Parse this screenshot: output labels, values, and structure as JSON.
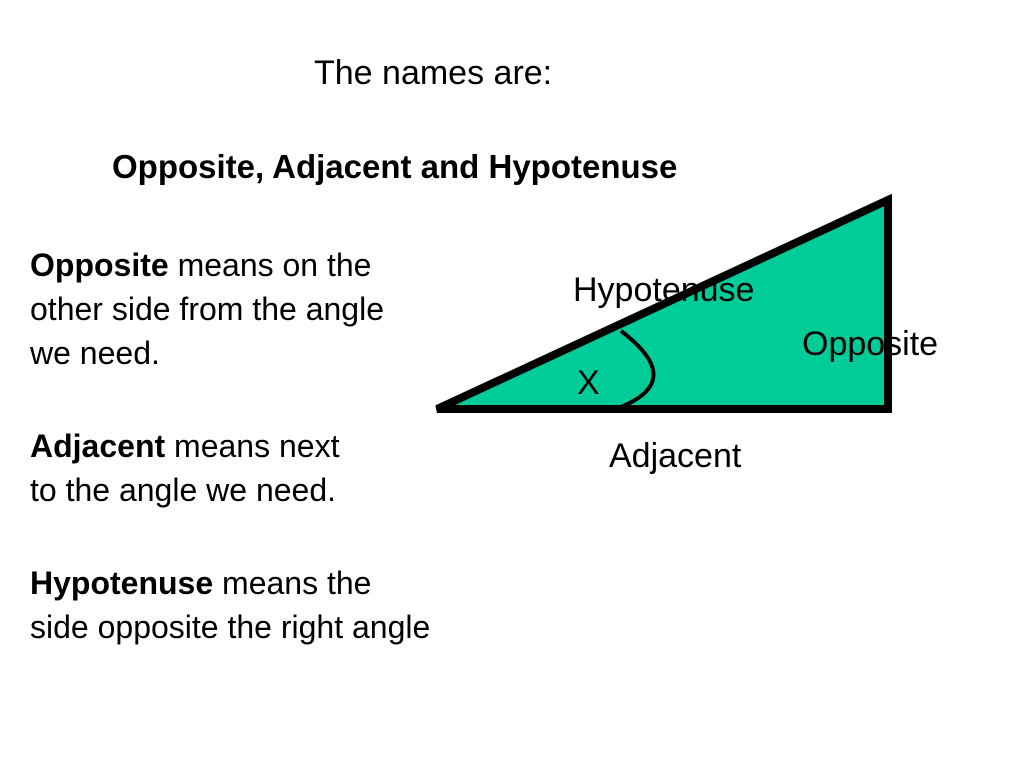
{
  "intro": "The names are:",
  "heading": "Opposite, Adjacent and Hypotenuse",
  "definitions": [
    {
      "term": "Opposite",
      "line1": "means on the",
      "line2": "other side from the angle",
      "line3": "we need."
    },
    {
      "term": "Adjacent",
      "line1": "means next",
      "line2": "to the angle we need."
    },
    {
      "term": "Hypotenuse",
      "line1": "means the",
      "line2": "side opposite the right angle"
    }
  ],
  "triangle": {
    "fill_color": "#00CC99",
    "stroke_color": "#000000",
    "labels": {
      "hypotenuse": "Hypotenuse",
      "opposite": "Opposite",
      "adjacent": "Adjacent",
      "angle": "X"
    }
  }
}
